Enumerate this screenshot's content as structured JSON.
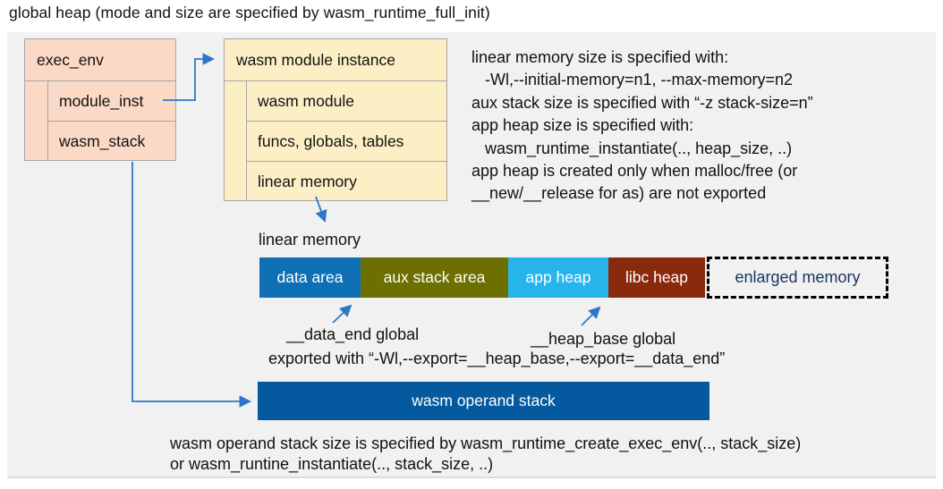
{
  "title": "global heap (mode and size are specified by wasm_runtime_full_init)",
  "exec_env": {
    "title": "exec_env",
    "rows": [
      {
        "label": "module_inst"
      },
      {
        "label": "wasm_stack"
      }
    ]
  },
  "module_instance": {
    "title": "wasm module instance",
    "rows": [
      {
        "label": "wasm module"
      },
      {
        "label": "funcs, globals, tables"
      },
      {
        "label": "linear memory"
      }
    ]
  },
  "notes": {
    "lines": [
      "linear memory size is specified with:",
      "   -Wl,--initial-memory=n1, --max-memory=n2",
      "aux stack size is specified with “-z stack-size=n”",
      "app heap size is specified with:",
      "   wasm_runtime_instantiate(.., heap_size, ..)",
      "app heap is created only when malloc/free (or",
      "__new/__release for as) are not exported"
    ]
  },
  "linear_memory": {
    "label": "linear memory",
    "segments": [
      {
        "label": "data area",
        "color": "#0f6fb4"
      },
      {
        "label": "aux stack area",
        "color": "#6d7000"
      },
      {
        "label": "app heap",
        "color": "#27b4eb"
      },
      {
        "label": "libc heap",
        "color": "#8a2a0c"
      }
    ],
    "enlarged": {
      "label": "enlarged memory",
      "text_color": "#17355f"
    }
  },
  "annotations": {
    "data_end": "__data_end global",
    "heap_base": "__heap_base global",
    "exported": "exported with “-Wl,--export=__heap_base,--export=__data_end”"
  },
  "operand_stack": {
    "label": "wasm operand stack",
    "note_line1": "wasm operand stack size is specified by wasm_runtime_create_exec_env(.., stack_size)",
    "note_line2": "or wasm_runtine_instantiate(.., stack_size, ..)"
  },
  "colors": {
    "panel_bg": "#f1f1f2",
    "exec_env_fill": "#fbd9c7",
    "module_instance_fill": "#fcefc6",
    "box_border": "#a6a6a6",
    "arrow": "#2e77c8",
    "operand_stack_fill": "#05599e",
    "enlarged_border": "#000000"
  }
}
